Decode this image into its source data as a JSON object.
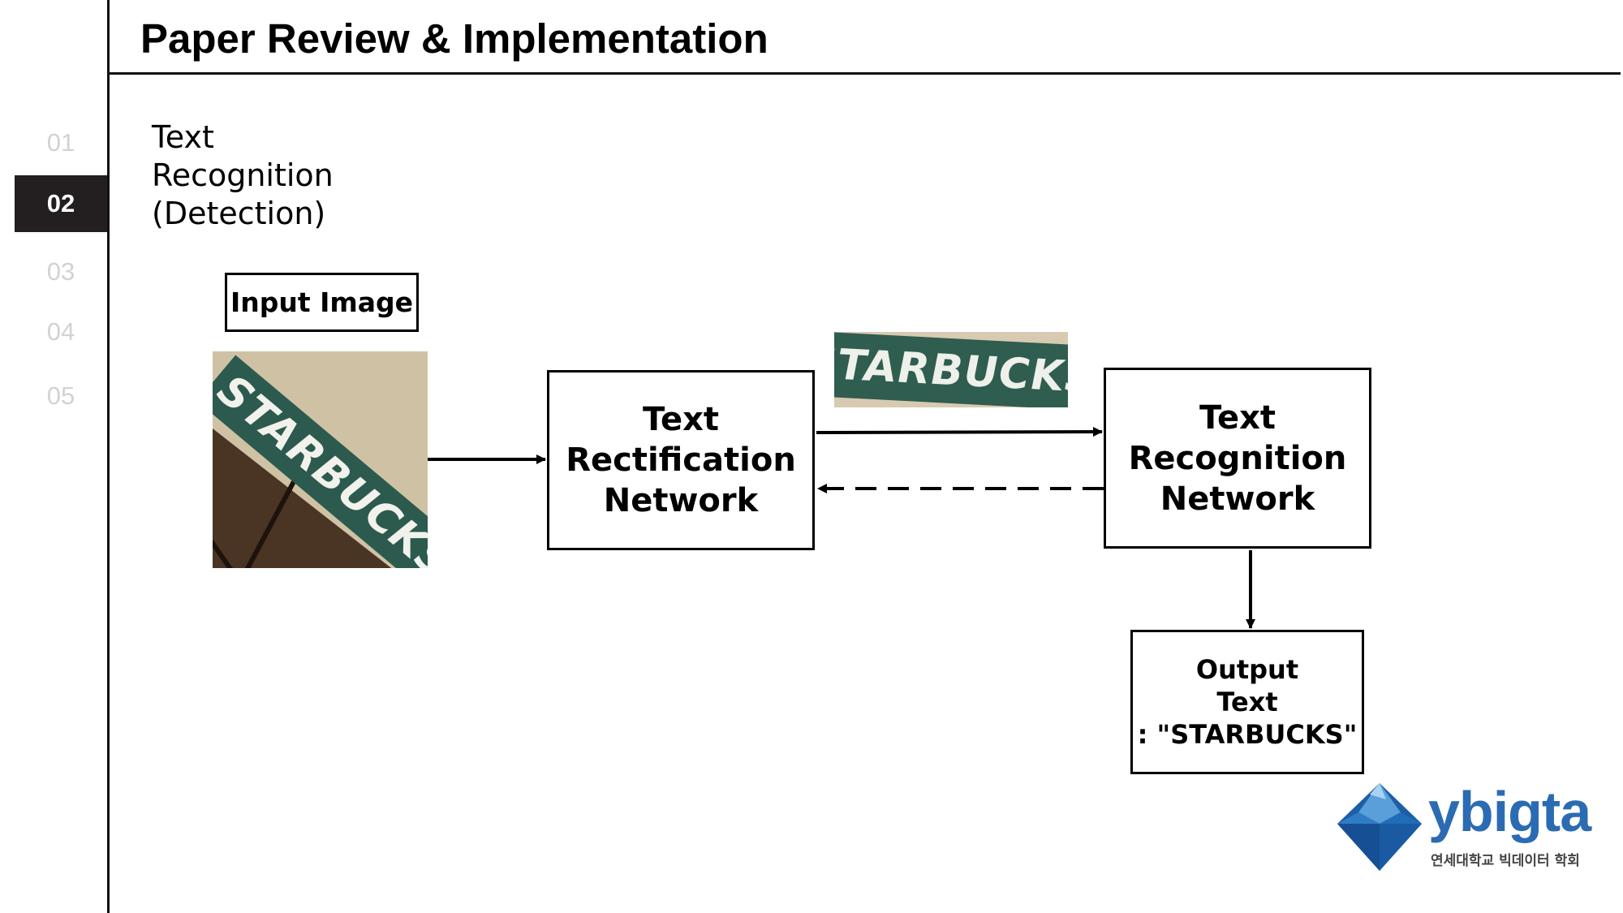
{
  "header": {
    "title": "Paper Review & Implementation"
  },
  "nav": {
    "items": [
      "01",
      "02",
      "03",
      "04",
      "05"
    ],
    "active": "02"
  },
  "section": {
    "title": "Text\nRecognition\n(Detection)"
  },
  "diagram": {
    "input_label": "Input Image",
    "photo_text": "STARBUCKS",
    "rectified_text": "STARBUCKS",
    "rectification_box": "Text\nRectification\nNetwork",
    "recognition_box": "Text\nRecognition\nNetwork",
    "output_box": "Output\nText\n: \"STARBUCKS\""
  },
  "logo": {
    "name": "ybigta",
    "subtitle": "연세대학교 빅데이터 학회"
  },
  "colors": {
    "nav_active_bg": "#231f20",
    "logo_blue": "#2b6bb3",
    "sign_green": "#2c5a4e"
  }
}
